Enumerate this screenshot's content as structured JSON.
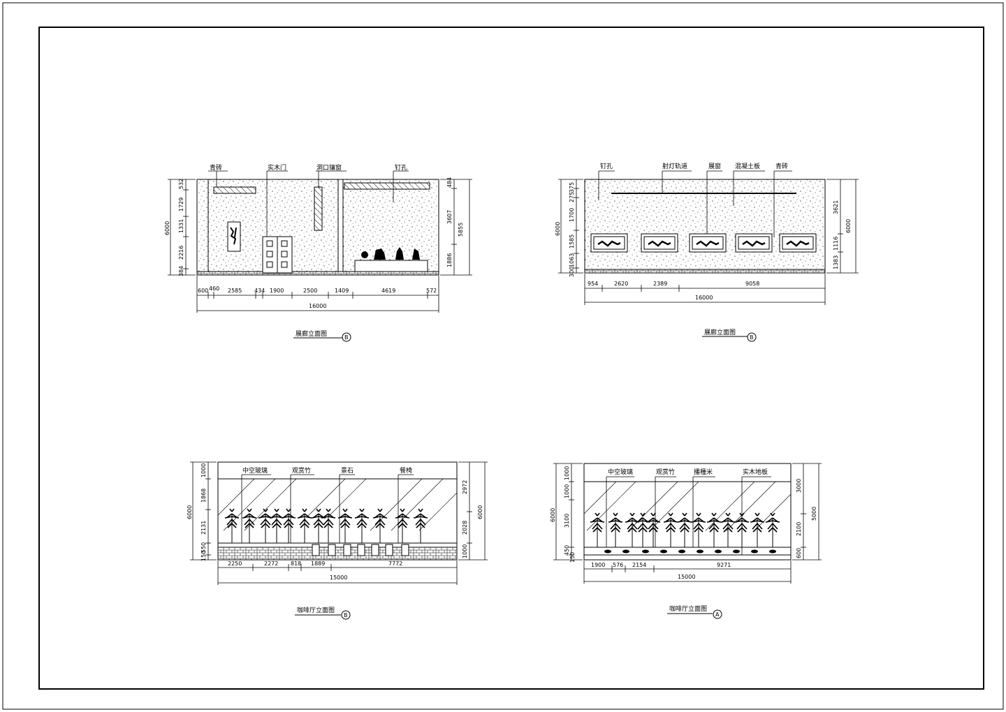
{
  "drawings": {
    "d1": {
      "title": "展廊立面图",
      "marker": "B",
      "labels": [
        "青砖",
        "实木门",
        "洞口镶窗",
        "钉孔"
      ],
      "dims_bottom": [
        "600",
        "460",
        "2585",
        "434",
        "1900",
        "2500",
        "1409",
        "4619",
        "572"
      ],
      "total": "16000",
      "dims_left": [
        "532",
        "1729",
        "1331",
        "2216",
        "384"
      ],
      "overall_left": "6000",
      "dims_right": [
        "484",
        "3607",
        "1886"
      ],
      "overall_right": "5855"
    },
    "d2": {
      "title": "展廊立面图",
      "marker": "B",
      "labels": [
        "钉孔",
        "射灯轨道",
        "展窗",
        "混凝土板",
        "青砖"
      ],
      "dims_bottom": [
        "954",
        "2620",
        "2389",
        "9058"
      ],
      "total": "16000",
      "dims_left": [
        "375",
        "275",
        "1700",
        "1585",
        "1063",
        "300"
      ],
      "overall_left": "6000",
      "dims_right": [
        "3621",
        "1116",
        "1383"
      ],
      "overall_right": "6000"
    },
    "d3": {
      "title": "咖啡厅立面图",
      "marker": "B",
      "labels": [
        "中空玻璃",
        "观赏竹",
        "景石",
        "餐椅"
      ],
      "dims_bottom": [
        "2250",
        "2272",
        "818",
        "1889",
        "7772"
      ],
      "total": "15000",
      "dims_left": [
        "1000",
        "1868",
        "2131",
        "550",
        "150"
      ],
      "overall_left": "6000",
      "dims_right": [
        "2972",
        "2028",
        "1000"
      ],
      "overall_right": "6000"
    },
    "d4": {
      "title": "咖啡厅立面图",
      "marker": "A",
      "labels": [
        "中空玻璃",
        "观赏竹",
        "播種米",
        "实木地板"
      ],
      "dims_bottom": [
        "1900",
        "576",
        "2154",
        "9271"
      ],
      "total": "15000",
      "dims_left": [
        "1000",
        "1000",
        "3100",
        "450",
        "150"
      ],
      "overall_left": "6000",
      "dims_right": [
        "3000",
        "2100",
        "600"
      ],
      "overall_right": "5000"
    }
  }
}
